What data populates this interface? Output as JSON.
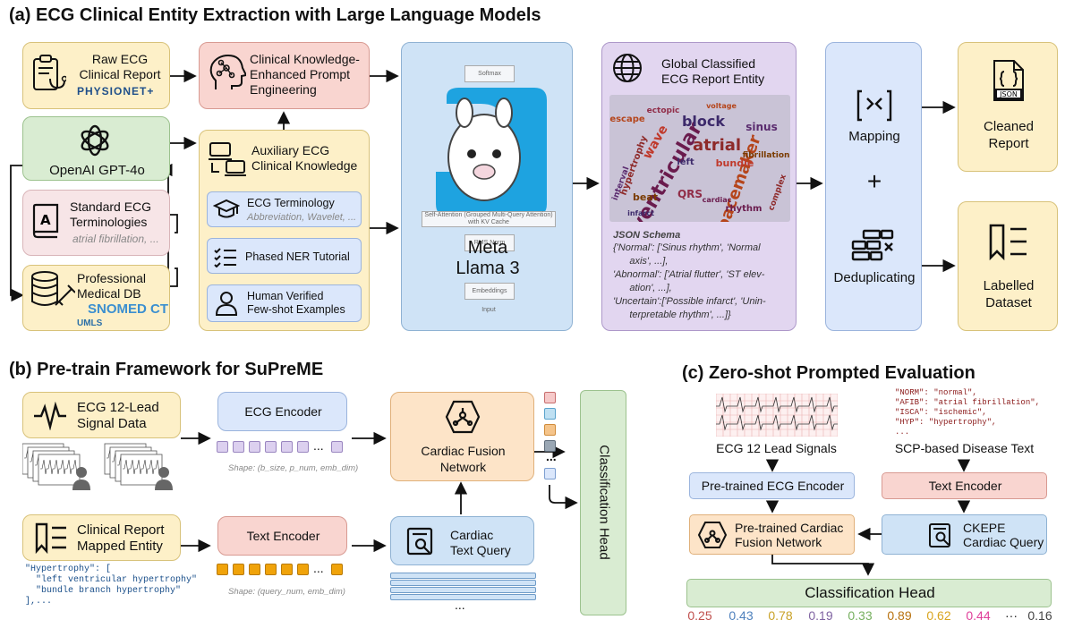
{
  "a": {
    "title": "(a) ECG Clinical Entity Extraction with Large Language Models",
    "raw_report": "Raw ECG\nClinical Report",
    "physionet": "PHYSIONET+",
    "knowledge_prompt": "Clinical Knowledge-\nEnhanced Prompt\nEngineering",
    "gpt": "OpenAI GPT-4o",
    "standard_term": "Standard ECG\nTerminologies",
    "standard_term_sub": "atrial fibrillation, ...",
    "medical_db": "Professional\nMedical DB",
    "snomed": "SNOMED CT",
    "umls": "UMLS",
    "aux": "Auxiliary ECG\nClinical Knowledge",
    "term": "ECG Terminology",
    "term_sub": "Abbreviation, Wavelet, ...",
    "ner": "Phased NER Tutorial",
    "fewshot": "Human Verified\nFew-shot Examples",
    "llama": "Meta\nLlama 3",
    "llama_softmax": "Softmax",
    "llama_attn": "Self-Attention (Grouped Multi-Query Attention)\nwith KV Cache",
    "llama_rms": "RMS Norm",
    "llama_emb": "Embeddings",
    "llama_input": "Input",
    "global": "Global Classified\nECG Report Entity",
    "schema_title": "JSON Schema",
    "schema_text": "{'Normal': ['Sinus rhythm', 'Normal\n      axis', ...],\n'Abnormal': ['Atrial flutter', 'ST elev-\n      ation', ...],\n'Uncertain':['Possible infarct', 'Unin-\n      terpretable rhythm', ...]}",
    "words": [
      "ventricular",
      "atrial",
      "pacemaker",
      "block",
      "wave",
      "beat",
      "sinus",
      "QRS",
      "rhythm",
      "hypertrophy",
      "escape",
      "left",
      "bundle",
      "fibrillation",
      "interval",
      "ectopic",
      "cardiac",
      "complex",
      "voltage",
      "infarct"
    ],
    "mapping": "Mapping",
    "plus": "+",
    "dedup": "Deduplicating",
    "json_label": "JSON",
    "cleaned": "Cleaned\nReport",
    "labelled": "Labelled\nDataset"
  },
  "b": {
    "title": "(b) Pre-train Framework for SuPreME",
    "signal": "ECG 12-Lead\nSignal Data",
    "ecg_enc": "ECG Encoder",
    "shape1": "Shape: (b_size, p_num, emb_dim)",
    "fusion": "Cardiac Fusion\nNetwork",
    "mapped": "Clinical Report\nMapped Entity",
    "code": "\"Hypertrophy\": [\n  \"left ventricular hypertrophy\"\n  \"bundle branch hypertrophy\"\n],...",
    "text_enc": "Text Encoder",
    "shape2": "Shape: (query_num, emb_dim)",
    "query": "Cardiac\nText Query",
    "dots": "...",
    "cls": "Classification Head"
  },
  "c": {
    "title": "(c) Zero-shot Prompted Evaluation",
    "scp_code": "\"NORM\": \"normal\",\n\"AFIB\": \"atrial fibrillation\",\n\"ISCA\": \"ischemic\",\n\"HYP\": \"hypertrophy\",\n...",
    "signals": "ECG 12 Lead Signals",
    "scp": "SCP-based Disease Text",
    "pre_ecg": "Pre-trained ECG Encoder",
    "text_enc": "Text Encoder",
    "pre_fusion": "Pre-trained Cardiac\nFusion Network",
    "ckepe": "CKEPE\nCardiac Query",
    "cls": "Classification  Head",
    "scores": [
      "0.25",
      "0.43",
      "0.78",
      "0.19",
      "0.33",
      "0.89",
      "0.62",
      "0.44",
      "···",
      "0.16"
    ]
  },
  "colors": {
    "scores": [
      "#c0504d",
      "#4f81bd",
      "#c9a227",
      "#8064a2",
      "#77b060",
      "#b8720f",
      "#d9a520",
      "#e0409a",
      "#222",
      "#444"
    ],
    "tokens_ecg": "#dcd0ef",
    "tokens_text": "#f0a30a"
  }
}
